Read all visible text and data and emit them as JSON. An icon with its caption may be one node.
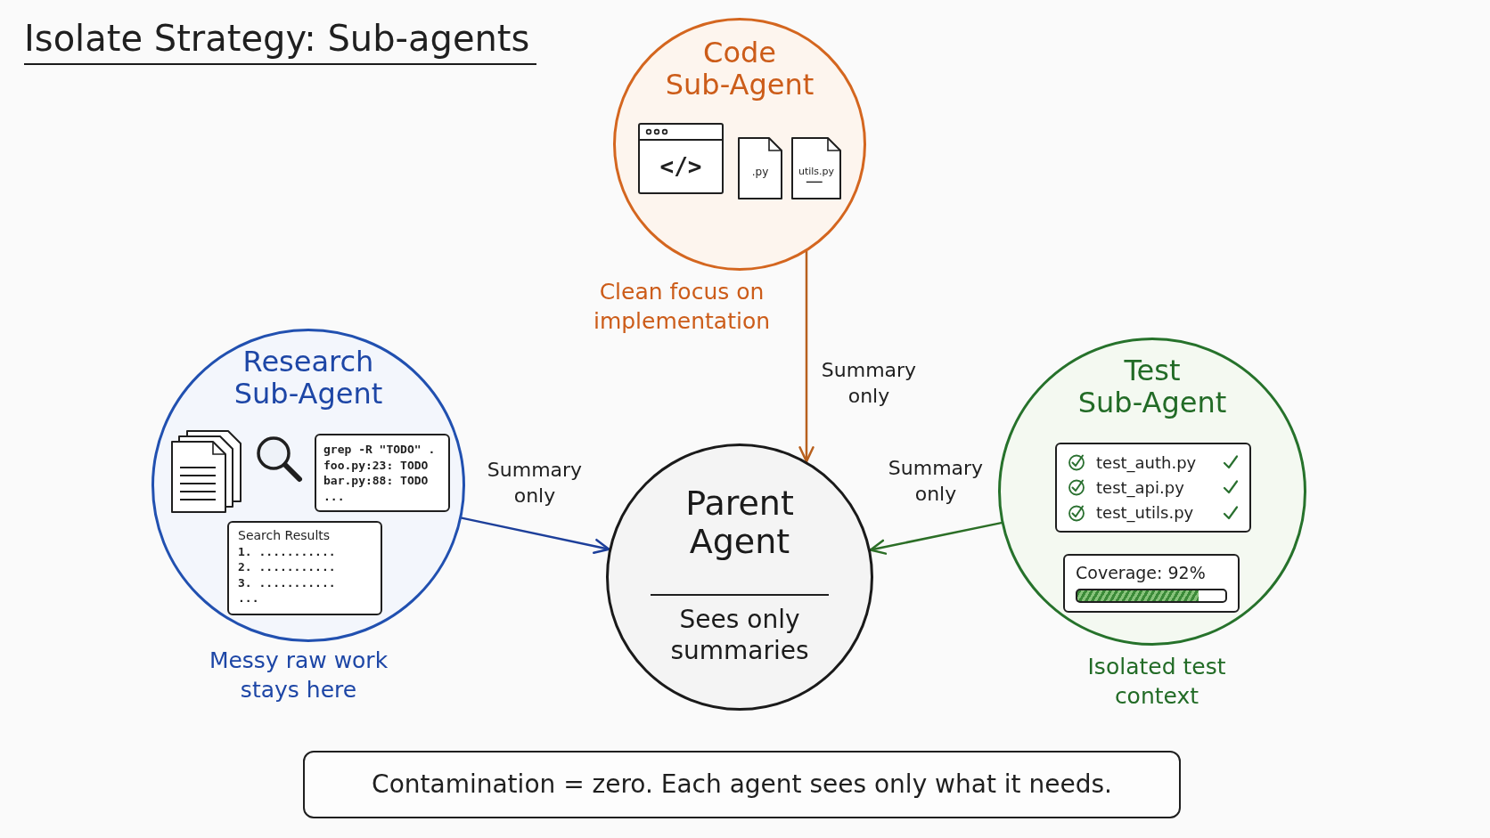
{
  "diagram": {
    "title": "Isolate Strategy: Sub-agents",
    "nodes": [
      {
        "text": [
          "Code Sub-Agent"
        ],
        "beside": [
          "Clean focus on implementation"
        ]
      },
      {
        "text": [
          "</>"
        ],
        "in": 0
      },
      {
        "text": [
          ".py"
        ],
        "in": 0
      },
      {
        "text": [
          "utils.py"
        ],
        "in": 0
      },
      {
        "text": [
          "Research Sub-Agent"
        ],
        "beside": [
          "Messy raw work stays here"
        ]
      },
      {
        "text": [
          "grep -R \"TODO\" .",
          "foo.py:23: TODO",
          "bar.py:88: TODO",
          "..."
        ],
        "in": 4
      },
      {
        "text": [
          "Search Results",
          "1. ...........",
          "2. ...........",
          "3. ...........",
          "..."
        ],
        "in": 4
      },
      {
        "text": [
          "Parent Agent",
          "Sees only summaries"
        ]
      },
      {
        "text": [
          "Test Sub-Agent"
        ],
        "beside": [
          "Isolated test context"
        ]
      },
      {
        "text": [
          "test_auth.py",
          "test_api.py",
          "test_utils.py"
        ],
        "in": 8
      },
      {
        "text": [
          "Coverage: 92%"
        ],
        "in": 8
      },
      {
        "text": [
          "Contamination = zero. Each agent sees only what it needs."
        ]
      }
    ],
    "edges": [
      {
        "from": 0,
        "to": 7,
        "arrow": "to",
        "label": "Summary only",
        "color": "#b8601e"
      },
      {
        "from": 4,
        "to": 7,
        "arrow": "to",
        "label": "Summary only",
        "color": "#1d3f9a"
      },
      {
        "from": 8,
        "to": 7,
        "arrow": "to",
        "label": "Summary only",
        "color": "#2b6e26"
      }
    ]
  }
}
